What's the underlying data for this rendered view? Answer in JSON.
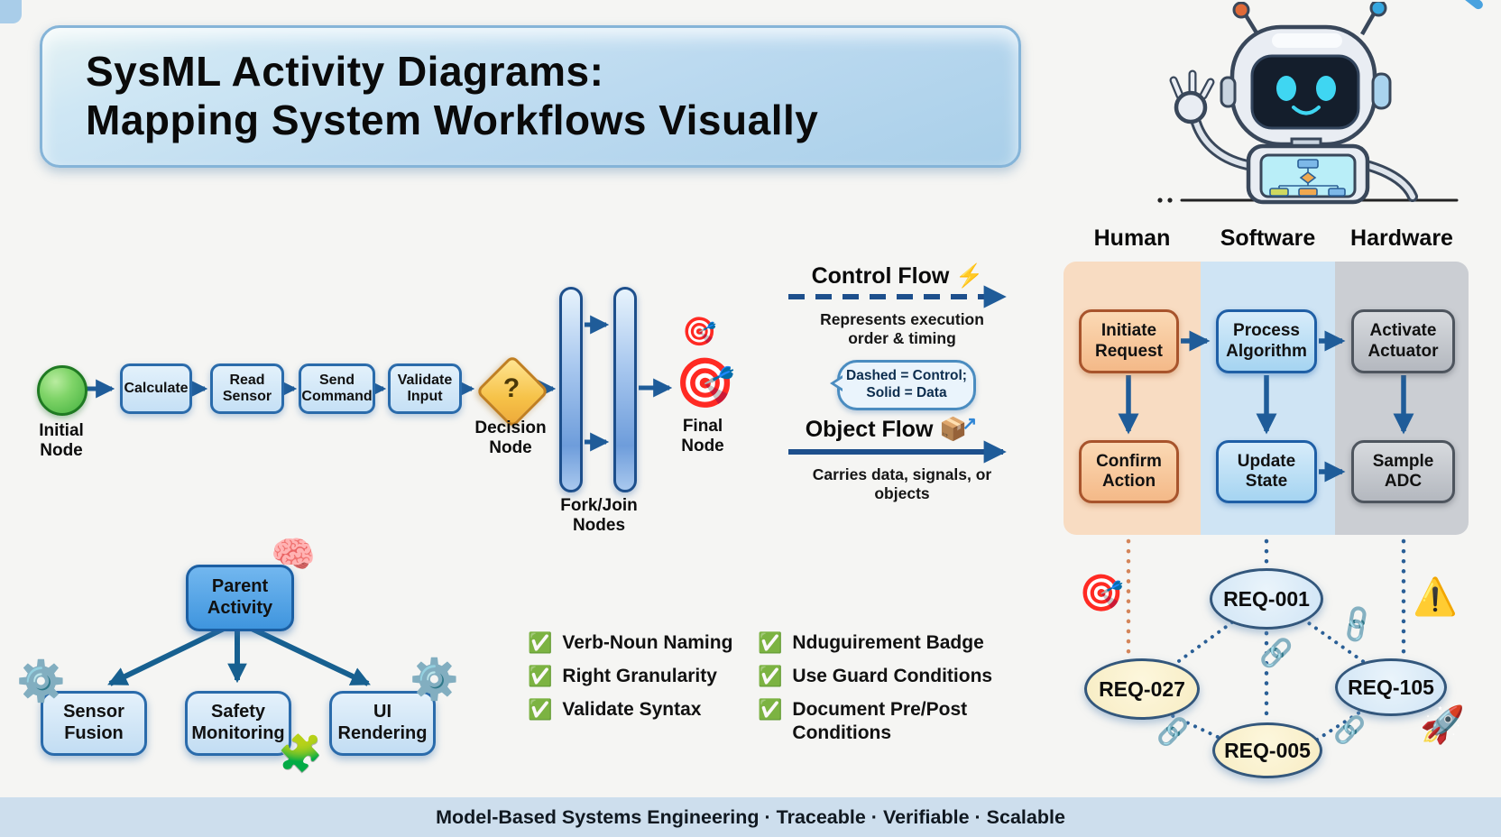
{
  "title": {
    "line1": "SysML Activity Diagrams:",
    "line2": "Mapping System Workflows Visually"
  },
  "main_flow": {
    "initial_label": "Initial Node",
    "actions": [
      "Calculate",
      "Read Sensor",
      "Send Command",
      "Validate Input"
    ],
    "decision_label": "Decision Node",
    "fork_label": "Fork/Join Nodes",
    "final_label": "Final Node"
  },
  "legend": {
    "control": {
      "title": "Control Flow",
      "desc": "Represents execution order & timing",
      "bubble_line1": "Dashed = Control;",
      "bubble_line2": "Solid = Data"
    },
    "object": {
      "title": "Object Flow",
      "desc": "Carries data, signals, or objects"
    }
  },
  "swimlanes": {
    "labels": [
      "Human",
      "Software",
      "Hardware"
    ],
    "nodes": {
      "initiate": "Initiate Request",
      "process": "Process Algorithm",
      "activate": "Activate Actuator",
      "confirm": "Confirm Action",
      "update": "Update State",
      "sample": "Sample ADC"
    }
  },
  "requirements": {
    "ids": [
      "REQ-001",
      "REQ-027",
      "REQ-005",
      "REQ-105"
    ]
  },
  "decomposition": {
    "parent": "Parent Activity",
    "children": [
      "Sensor Fusion",
      "Safety Monitoring",
      "UI Rendering"
    ]
  },
  "checklist": {
    "col1": [
      "Verb-Noun Naming",
      "Right Granularity",
      "Validate Syntax"
    ],
    "col2": [
      "Nduguirement Badge",
      "Use Guard Conditions",
      "Document Pre/Post Conditions"
    ]
  },
  "footer": {
    "text": "Model-Based Systems Engineering · Traceable · Verifiable · Scalable"
  },
  "icons": {
    "check": "✅",
    "lightning": "⚡",
    "package": "📦",
    "up_arrow": "↗",
    "target": "🎯",
    "link": "🔗",
    "warning": "⚠️",
    "rocket": "🚀",
    "brain": "🧠",
    "gear": "⚙️",
    "puzzle": "🧩",
    "question": "?"
  },
  "colors": {
    "arrow_blue": "#1f5c99",
    "lane_human": "#f8dcc2",
    "lane_software": "#cfe4f4",
    "lane_hardware": "#cbced3",
    "req_blue_fill": "#d6e8f7",
    "req_yellow_fill": "#f7ecc2",
    "title_fill": "#bcdaf0",
    "footer_fill": "#cddeed",
    "dotted_orange": "#d4855a"
  }
}
